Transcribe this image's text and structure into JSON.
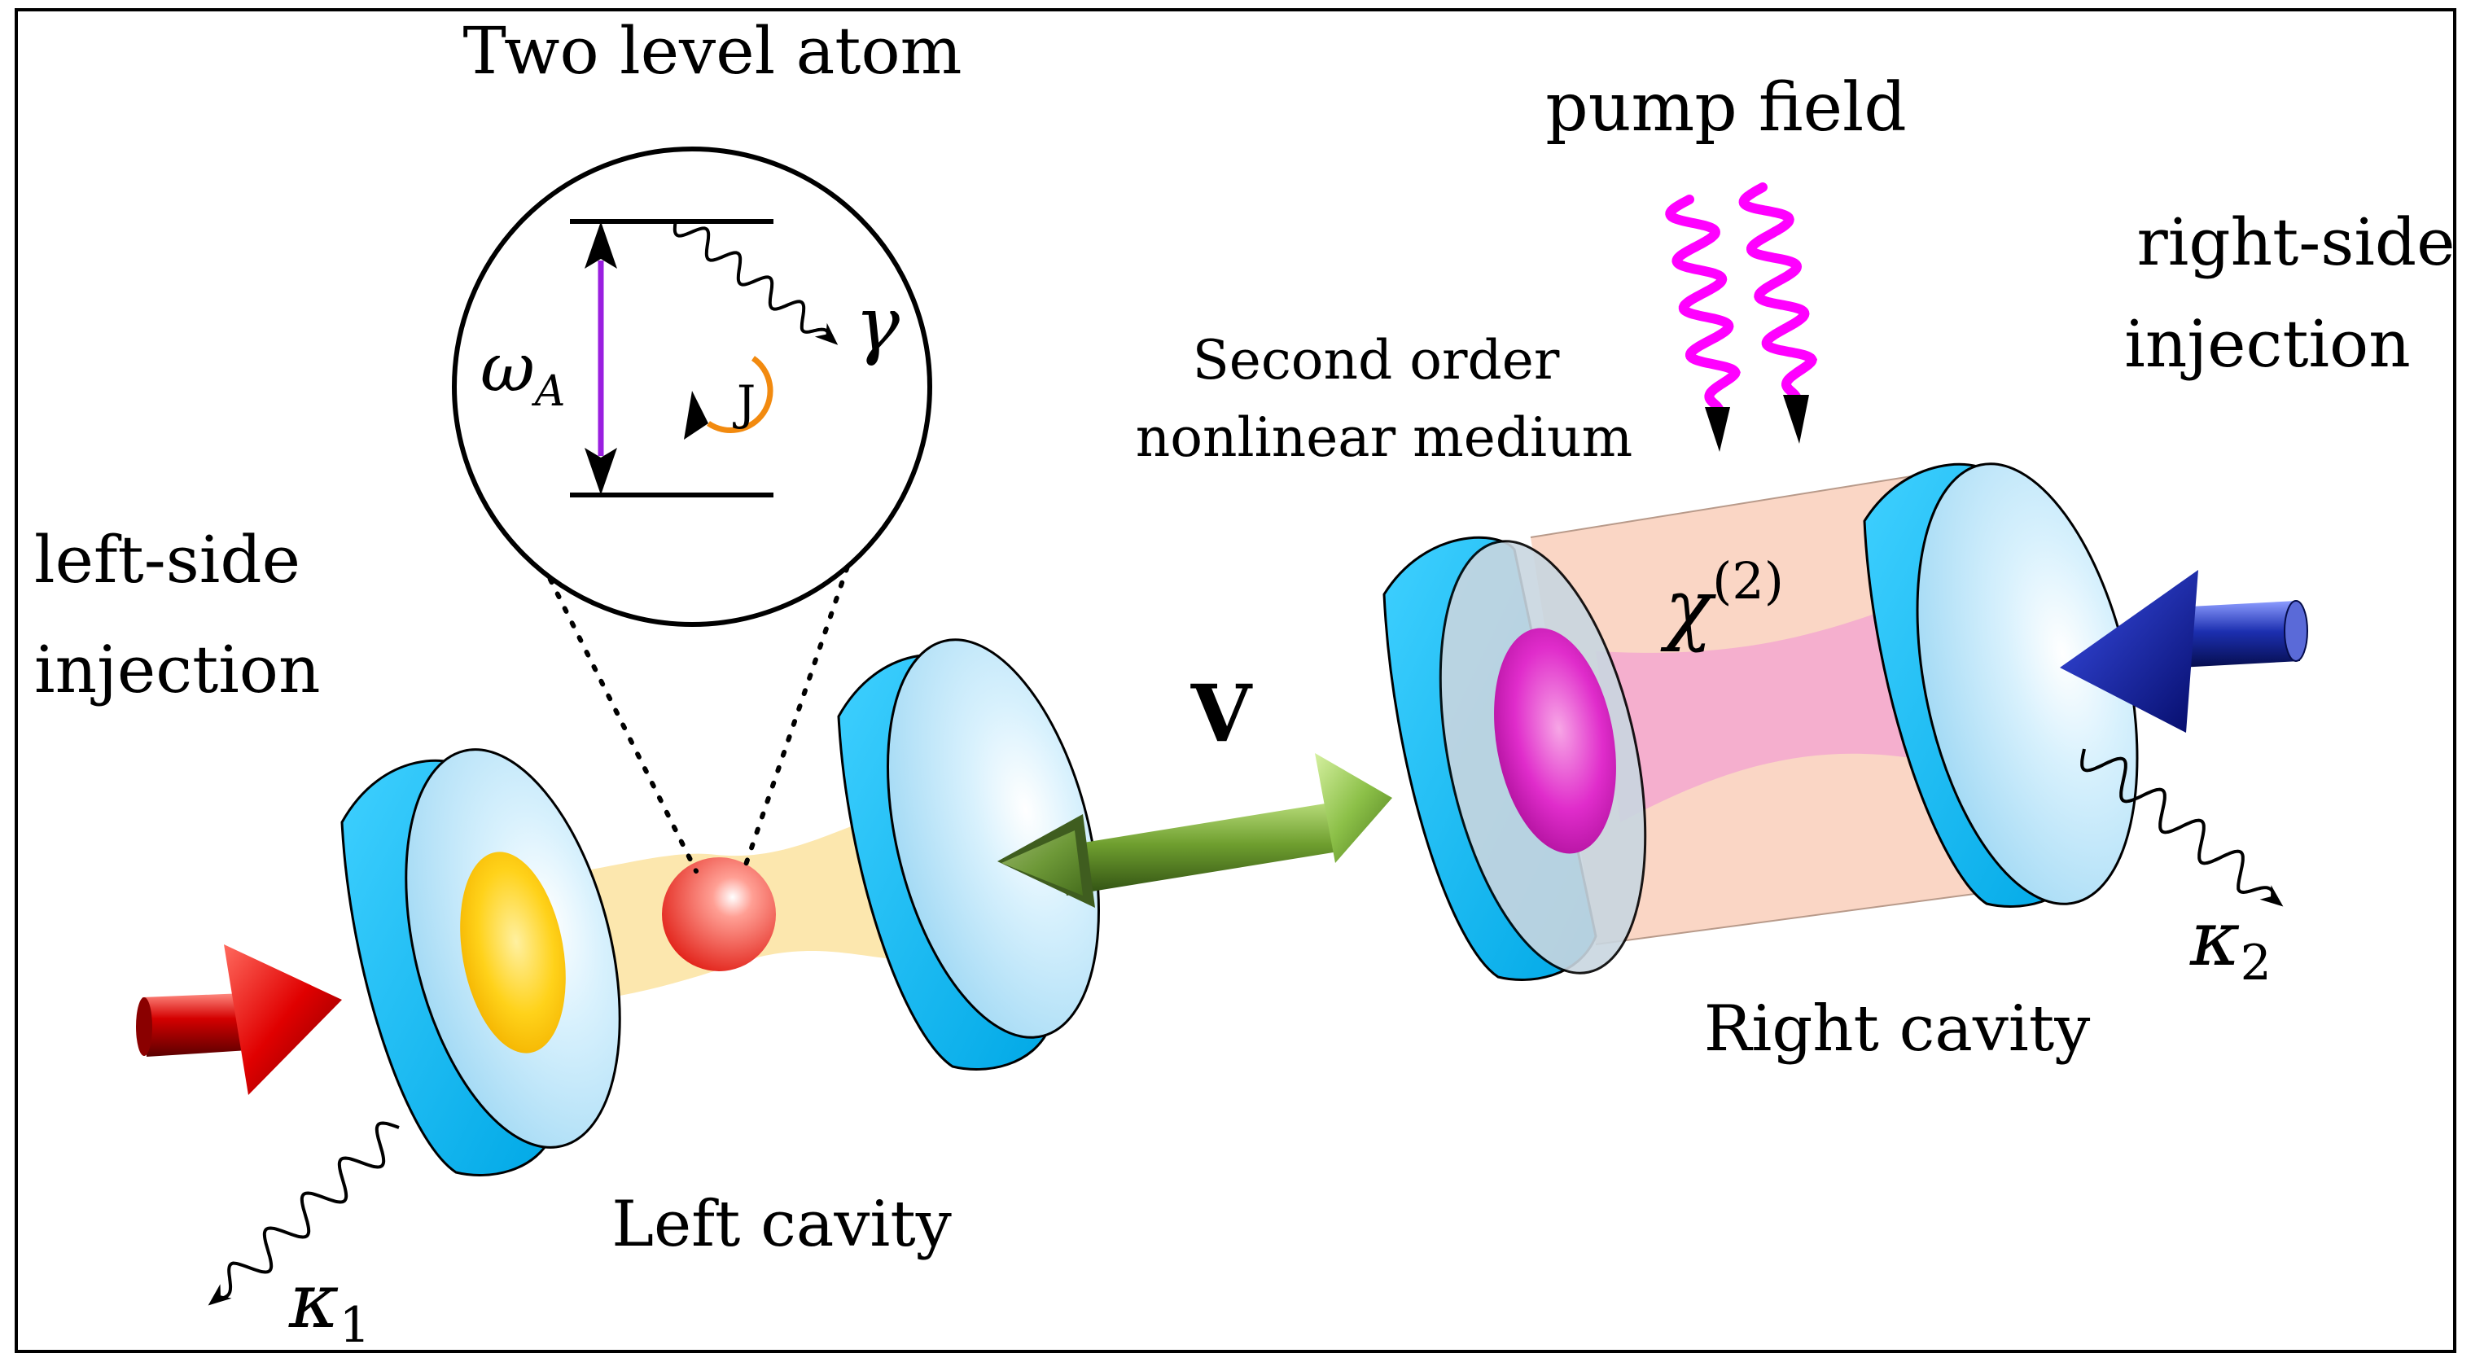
{
  "labels": {
    "atom_title": "Two level atom",
    "pump": "pump field",
    "medium_line1": "Second order",
    "medium_line2": "nonlinear medium",
    "right_inj_line1": "right-side",
    "right_inj_line2": "injection",
    "left_inj_line1": "left-side",
    "left_inj_line2": "injection",
    "left_cavity": "Left cavity",
    "right_cavity": "Right cavity",
    "coupling": "V",
    "chi": "χ",
    "chi_sup": "(2)",
    "omega": "ω",
    "omega_sub": "A",
    "gamma": "γ",
    "j": "J",
    "kappa1": "κ",
    "kappa1_sub": "1",
    "kappa2": "κ",
    "kappa2_sub": "2"
  },
  "colors": {
    "mirror_edge": "#00b7ef",
    "mirror_face": "#bfe8fb",
    "left_spot": "#ffcc00",
    "left_beam": "#fbe3a0",
    "atom": "#f4453a",
    "right_spot": "#e020c8",
    "right_beam": "#f3a8cf",
    "medium": "#fad2bf",
    "coupling_arrow": "#6f9f2f",
    "left_injection_arrow": "#d80000",
    "right_injection_arrow": "#0a1a9a",
    "pump_wave": "#ff00ff",
    "transition_arrow": "#9a1fe0",
    "j_loop": "#f28a0f"
  },
  "icons": [
    "atom-sphere",
    "mirror",
    "wavy-arrow",
    "cone-arrow"
  ]
}
